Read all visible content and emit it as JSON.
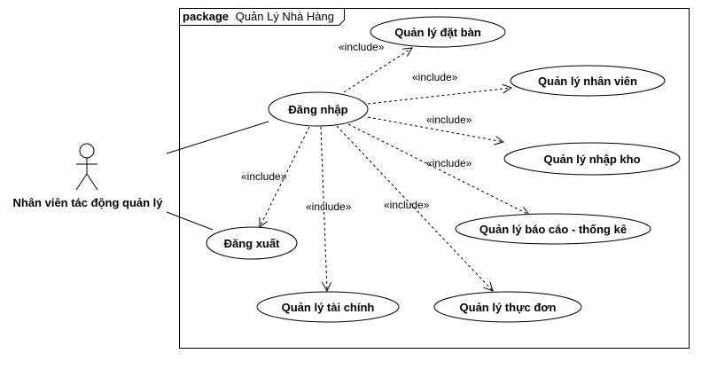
{
  "package": {
    "keyword": "package",
    "name": "Quản Lý Nhà Hàng"
  },
  "actor": {
    "name": "Nhân viên tác động quản lý"
  },
  "use_cases": {
    "dang_nhap": "Đăng nhập",
    "dang_xuat": "Đăng xuất",
    "dat_ban": "Quản lý đặt bàn",
    "nhan_vien": "Quản lý nhân viên",
    "nhap_kho": "Quản lý nhập kho",
    "bao_cao": "Quản lý báo cáo - thống kê",
    "tai_chinh": "Quản lý tài chính",
    "thuc_don": "Quản lý thực đơn"
  },
  "include_label": "«include»"
}
